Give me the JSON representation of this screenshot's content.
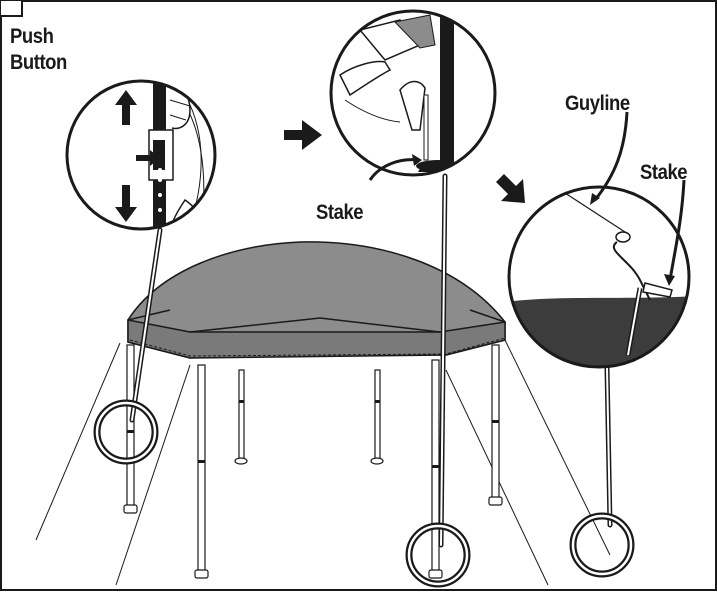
{
  "labels": {
    "push_button_line1": "Push",
    "push_button_line2": "Button",
    "stake_top": "Stake",
    "guyline": "Guyline",
    "stake_right": "Stake"
  },
  "colors": {
    "canopy_top": "#8c8c8c",
    "canopy_side": "#7a7a7a",
    "ground": "#3c3c3c",
    "line": "#1a1a1a"
  }
}
